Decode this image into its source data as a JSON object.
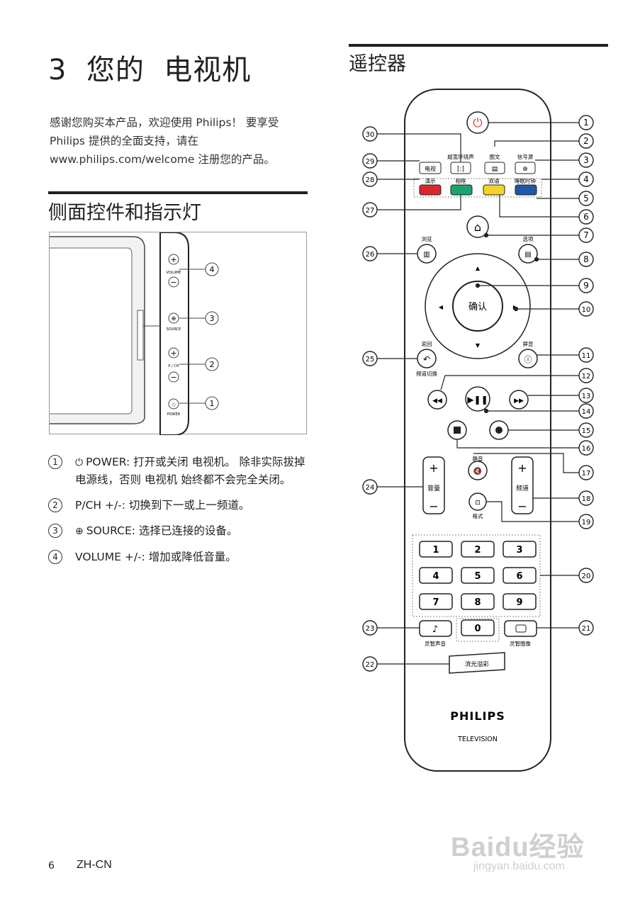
{
  "left": {
    "chapter_title": "3  您的  电视机",
    "intro": "感谢您购买本产品，欢迎使用 Philips！ 要享受 Philips 提供的全面支持，请在 www.philips.com/welcome 注册您的产品。",
    "section_title": "侧面控件和指示灯",
    "tv_labels": {
      "volume": "VOLUME",
      "source": "SOURCE",
      "pch": "P / CH",
      "power": "POWER"
    },
    "side_controls": [
      {
        "num": "1",
        "text": "POWER: 打开或关闭 电视机。 除非实际拔掉电源线，否则 电视机 始终都不会完全关闭。"
      },
      {
        "num": "2",
        "text": "P/CH +/-: 切换到下一或上一频道。"
      },
      {
        "num": "3",
        "text": "SOURCE: 选择已连接的设备。"
      },
      {
        "num": "4",
        "text": "VOLUME +/-: 增加或降低音量。"
      }
    ]
  },
  "right": {
    "section_title": "遥控器",
    "labels": {
      "surround": "超宽环绕声",
      "teletext": "图文",
      "source": "信号源",
      "tv": "电视",
      "demo": "演示",
      "album": "相框",
      "dual": "双语",
      "sleep": "睡眠时钟",
      "browse": "浏览",
      "options": "选项",
      "ok": "确认",
      "back": "返回",
      "ch_swap": "频道切换",
      "info": "屏显",
      "mute": "静音",
      "volume": "音量",
      "channel": "频道",
      "format": "格式",
      "smart_sound": "灵智声音",
      "smart_picture": "灵智图像",
      "ambilight": "流光溢彩",
      "brand": "PHILIPS",
      "brand_sub": "TELEVISION"
    },
    "digits": [
      "1",
      "2",
      "3",
      "4",
      "5",
      "6",
      "7",
      "8",
      "9",
      "0"
    ],
    "callouts_right": [
      "1",
      "2",
      "3",
      "4",
      "5",
      "6",
      "7",
      "8",
      "9",
      "10",
      "11",
      "12",
      "13",
      "14",
      "15",
      "16",
      "17",
      "18",
      "19",
      "20",
      "21"
    ],
    "callouts_left": [
      "30",
      "29",
      "28",
      "27",
      "26",
      "25",
      "24",
      "23",
      "22"
    ],
    "colors": {
      "red": "#d9282f",
      "green": "#1aa36b",
      "yellow": "#f3d22b",
      "blue": "#2056a8",
      "power": "#e2392d"
    }
  },
  "footer": {
    "page_number": "6",
    "lang": "ZH-CN",
    "watermark": "Baidu经验",
    "watermark_sub": "jingyan.baidu.com"
  }
}
